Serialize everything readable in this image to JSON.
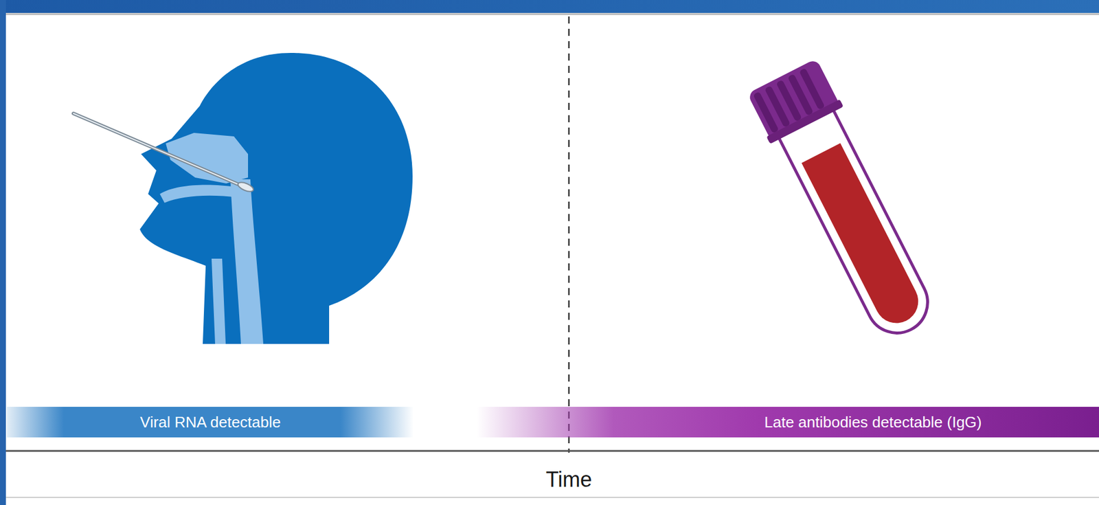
{
  "diagram": {
    "nodes": [
      {
        "text": [
          "Viral RNA detectable"
        ]
      },
      {
        "text": [
          "Late antibodies detectable (IgG)"
        ]
      }
    ],
    "labels": [
      "Time"
    ]
  }
}
